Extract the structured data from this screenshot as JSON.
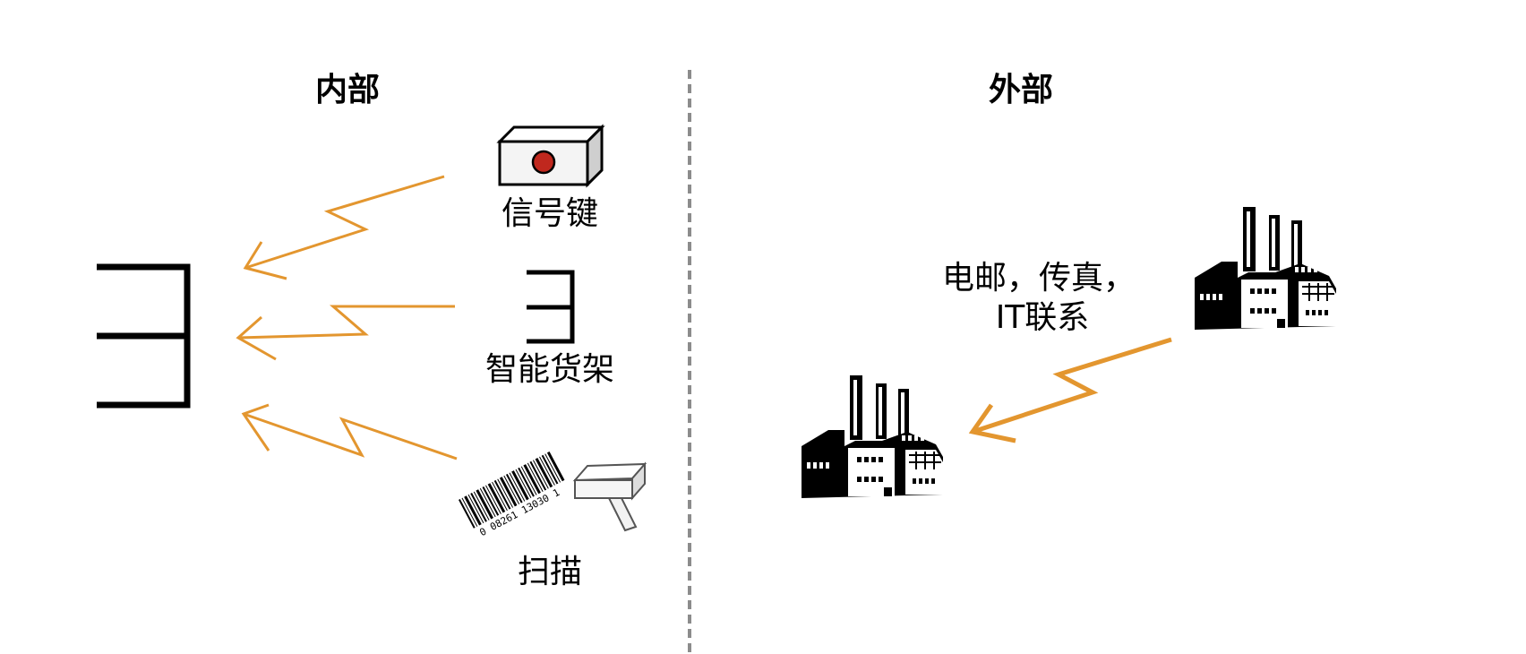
{
  "headings": {
    "internal": "内部",
    "external": "外部"
  },
  "labels": {
    "signal_key": "信号键",
    "smart_shelf": "智能货架",
    "scan": "扫描",
    "comm_line1": "电邮，传真，",
    "comm_line2": "IT联系"
  },
  "barcode": {
    "digits": "0 08261 13030 1"
  },
  "colors": {
    "arrow": "#E3962F",
    "divider": "#8C8C8C",
    "signal_light": "#C0281E",
    "stroke": "#000000"
  },
  "icons": {
    "signal_key": "signal-key-box-icon",
    "shelf_small": "shelf-icon",
    "shelf_large": "shelf-icon",
    "barcode": "barcode-icon",
    "scanner": "barcode-scanner-icon",
    "factory_supplier": "factory-icon",
    "factory_receiver": "factory-icon"
  }
}
